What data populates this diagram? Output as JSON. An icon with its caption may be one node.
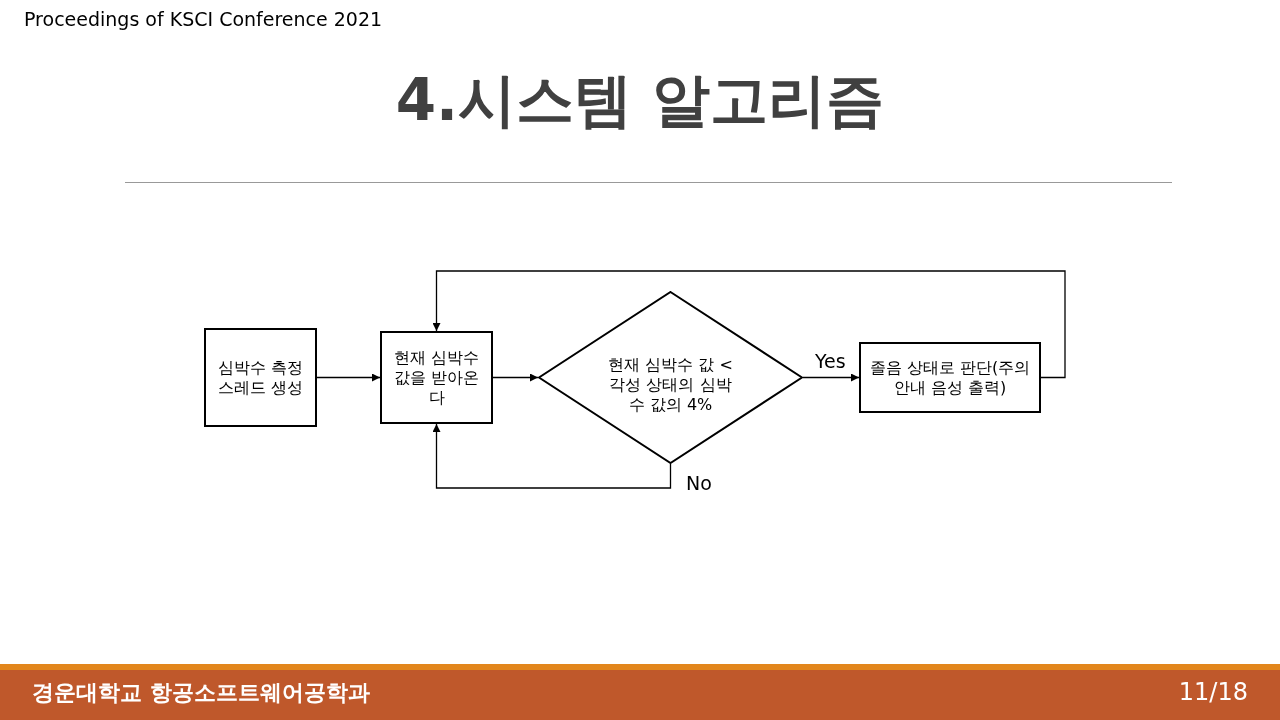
{
  "diagram": {
    "title": "4.시스템 알고리즘",
    "nodes": [
      {
        "text": [
          "심박수 측정 스레드 생성"
        ]
      },
      {
        "text": [
          "현재 심박수 값을 받아온다"
        ]
      },
      {
        "text": [
          "현재 심박수 값 < 각성 상태의 심박수 값의 4%"
        ]
      },
      {
        "text": [
          "졸음 상태로 판단(주의 안내 음성 출력)"
        ]
      }
    ],
    "edges": [
      {
        "from": 0,
        "to": 1,
        "arrow": "to"
      },
      {
        "from": 1,
        "to": 2,
        "arrow": "to"
      },
      {
        "from": 2,
        "to": 3,
        "arrow": "to",
        "label": "Yes"
      },
      {
        "from": 2,
        "to": 1,
        "arrow": "to",
        "label": "No"
      },
      {
        "from": 3,
        "to": 1,
        "arrow": "to"
      }
    ],
    "labels": [
      "Proceedings of KSCI Conference 2021",
      "경운대학교 항공소프트웨어공학과",
      "11/18"
    ]
  }
}
